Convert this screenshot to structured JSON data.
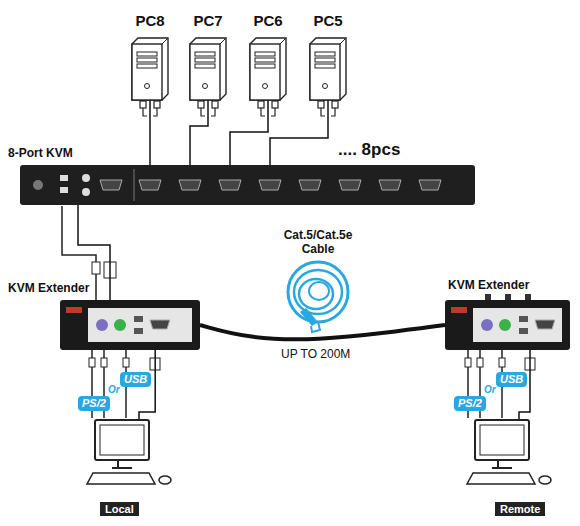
{
  "diagram": {
    "nodes": [
      {
        "text": [
          "PC8"
        ]
      },
      {
        "text": [
          "PC7"
        ]
      },
      {
        "text": [
          "PC6"
        ]
      },
      {
        "text": [
          "PC5"
        ]
      },
      {
        "text": [
          "8-Port KVM"
        ]
      },
      {
        "text": [
          "KVM Extender"
        ]
      },
      {
        "text": [
          "KVM Extender"
        ]
      },
      {
        "text": [
          "Local"
        ]
      },
      {
        "text": [
          "Remote"
        ]
      }
    ],
    "edges": [
      {
        "from": 0,
        "to": 4,
        "arrow": "none"
      },
      {
        "from": 1,
        "to": 4,
        "arrow": "none"
      },
      {
        "from": 2,
        "to": 4,
        "arrow": "none"
      },
      {
        "from": 3,
        "to": 4,
        "arrow": "none"
      },
      {
        "from": 4,
        "to": 5,
        "arrow": "none"
      },
      {
        "from": 5,
        "to": 6,
        "label": "UP TO 200M",
        "arrow": "none"
      },
      {
        "from": 5,
        "to": 7,
        "arrow": "none"
      },
      {
        "from": 6,
        "to": 8,
        "arrow": "none"
      }
    ],
    "labels": [
      ".... 8pcs",
      "Cat.5/Cat.5e Cable",
      "PS/2",
      "Or",
      "USB",
      "PS/2",
      "Or",
      "USB"
    ]
  }
}
